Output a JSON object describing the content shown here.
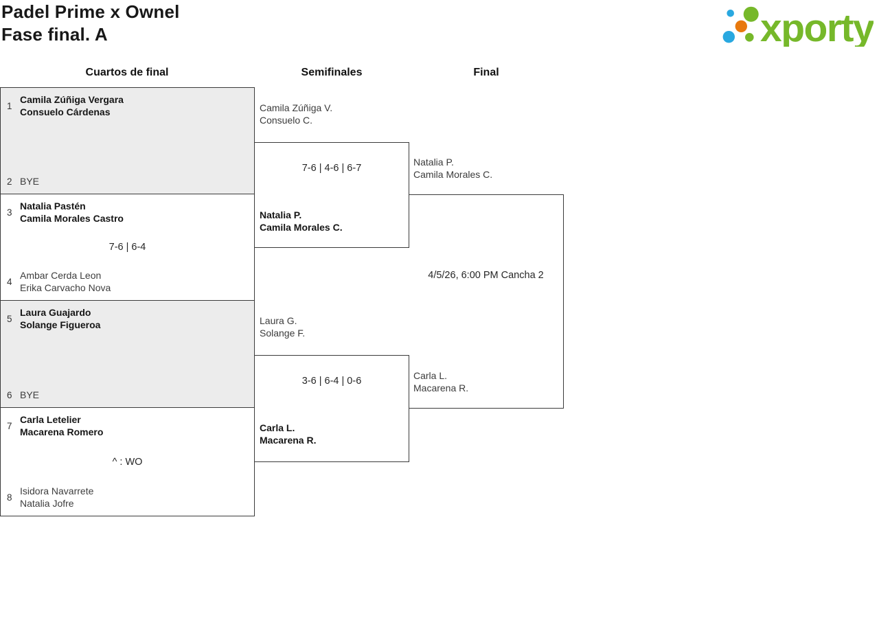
{
  "title": {
    "line1": "Padel Prime x Ownel",
    "line2": "Fase final. A"
  },
  "logo": {
    "text": "xporty",
    "colors": {
      "green": "#76b82a",
      "blue": "#29a8e0",
      "orange": "#e8790e"
    }
  },
  "round_headers": {
    "quarterfinals": "Cuartos de final",
    "semifinals": "Semifinales",
    "final": "Final"
  },
  "quarterfinals": [
    {
      "seed_top": "1",
      "team_top_line1": "Camila Zúñiga Vergara",
      "team_top_line2": "Consuelo Cárdenas",
      "score": "",
      "seed_bottom": "2",
      "team_bottom_line1": "BYE",
      "team_bottom_line2": ""
    },
    {
      "seed_top": "3",
      "team_top_line1": "Natalia Pastén",
      "team_top_line2": "Camila Morales Castro",
      "score": "7-6 | 6-4",
      "seed_bottom": "4",
      "team_bottom_line1": "Ambar Cerda Leon",
      "team_bottom_line2": "Erika Carvacho Nova"
    },
    {
      "seed_top": "5",
      "team_top_line1": "Laura Guajardo",
      "team_top_line2": "Solange Figueroa",
      "score": "",
      "seed_bottom": "6",
      "team_bottom_line1": "BYE",
      "team_bottom_line2": ""
    },
    {
      "seed_top": "7",
      "team_top_line1": "Carla Letelier",
      "team_top_line2": "Macarena Romero",
      "score": "^ : WO",
      "seed_bottom": "8",
      "team_bottom_line1": "Isidora Navarrete",
      "team_bottom_line2": "Natalia Jofre"
    }
  ],
  "semifinals": [
    {
      "team_top_line1": "Camila Zúñiga V.",
      "team_top_line2": "Consuelo C.",
      "score": "7-6 | 4-6 | 6-7",
      "winner_line1": "Natalia P.",
      "winner_line2": "Camila Morales C."
    },
    {
      "team_top_line1": "Laura G.",
      "team_top_line2": "Solange F.",
      "score": "3-6 | 6-4 | 0-6",
      "winner_line1": "Carla L.",
      "winner_line2": "Macarena R."
    }
  ],
  "final": {
    "team_top_line1": "Natalia P.",
    "team_top_line2": "Camila Morales C.",
    "schedule": "4/5/26, 6:00 PM Cancha 2",
    "team_bottom_line1": "Carla L.",
    "team_bottom_line2": "Macarena R."
  }
}
